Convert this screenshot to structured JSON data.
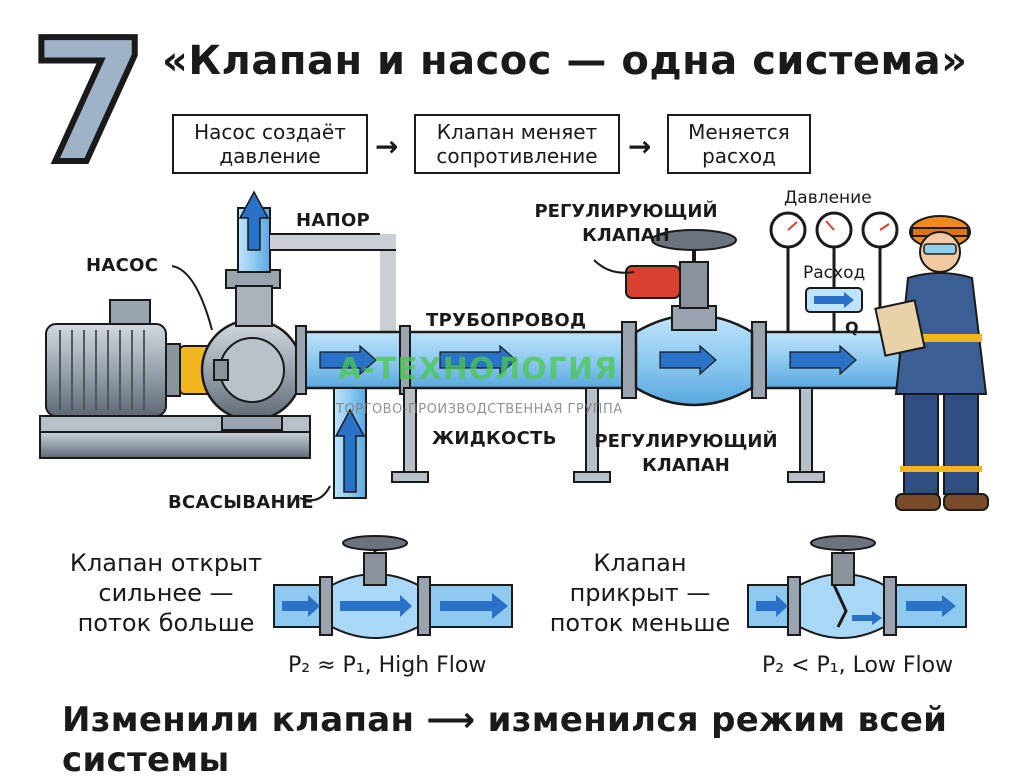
{
  "number": "7",
  "title": "«Клапан и насос — одна система»",
  "steps": [
    {
      "text": "Насос создаёт\nдавление"
    },
    {
      "text": "Клапан меняет\nсопротивление"
    },
    {
      "text": "Меняется\nрасход"
    }
  ],
  "arrows": [
    "→",
    "→"
  ],
  "labels": {
    "pump": "НАСОС",
    "head": "НАПОР",
    "suction": "ВСАСЫВАНИЕ",
    "pipeline": "ТРУБОПРОВОД",
    "liquid": "ЖИДКОСТЬ",
    "control_valve_top": "РЕГУЛИРУЮЩИЙ\nКЛАПАН",
    "control_valve_bottom": "РЕГУЛИРУЮЩИЙ\nКЛАПАН",
    "pressure": "Давление",
    "flow": "Расход",
    "q": "Q"
  },
  "watermark": {
    "name": "А-ТЕХНОЛОГИЯ",
    "sub": "ТОРГОВО-ПРОИЗВОДСТВЕННАЯ ГРУППА"
  },
  "comparison": {
    "open_text": "Клапан открыт\nсильнее —\nпоток больше",
    "open_formula": "P₂ ≈ P₁,   High Flow",
    "closed_text": "Клапан\nприкрыт —\nпоток меньше",
    "closed_formula": "P₂ < P₁,  Low Flow"
  },
  "bottom_text": "Изменили клапан ⟶ изменился режим всей системы",
  "colors": {
    "pipe": "#8ecaf0",
    "pipe_dark": "#3a8fd0",
    "arrow": "#2a72c8",
    "metal": "#9aa4ae",
    "motor": "#7d8791",
    "coupling": "#f2b61f",
    "valve_red": "#d9402f",
    "watermark": "#4cc94c"
  }
}
